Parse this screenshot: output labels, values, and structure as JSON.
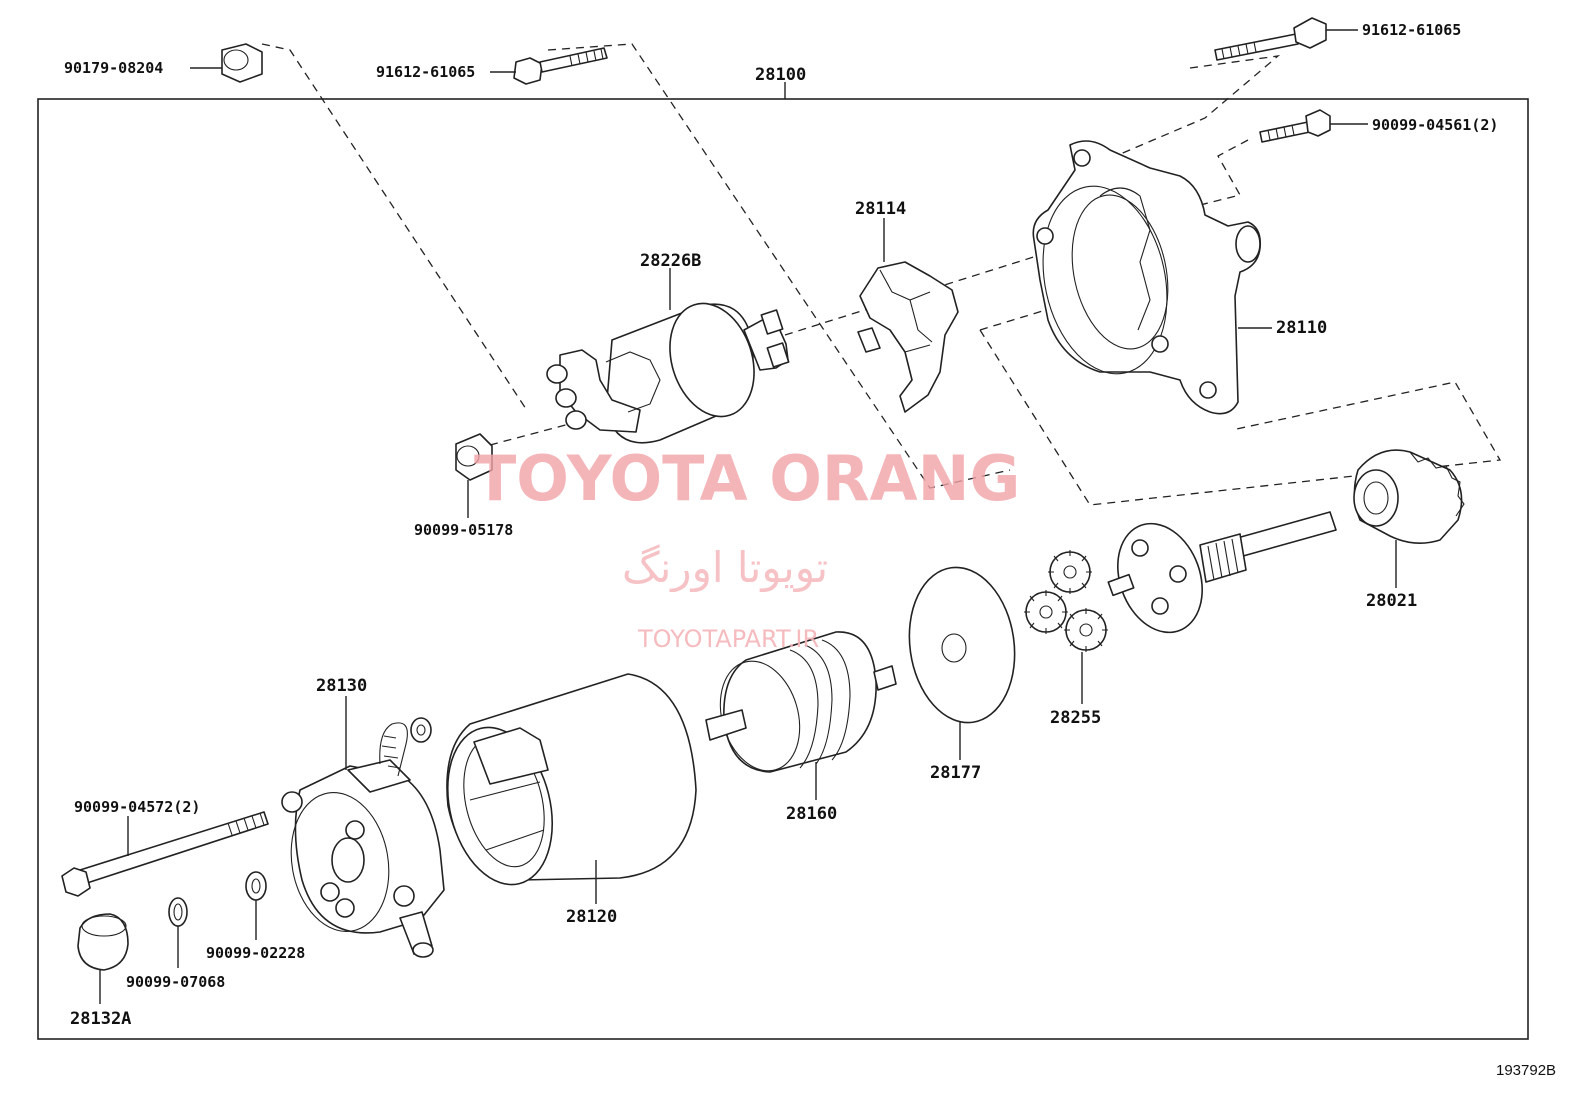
{
  "diagram": {
    "assembly_label": "28100",
    "diagram_code": "193792B",
    "watermark": {
      "brand": "TOYOTA ORANG",
      "persian": "تویوتا اورنگ",
      "url": "TOYOTAPART.IR"
    },
    "parts": {
      "p90179_08204": "90179-08204",
      "p91612_61065_a": "91612-61065",
      "p91612_61065_b": "91612-61065",
      "p90099_04561": "90099-04561(2)",
      "p28114": "28114",
      "p28226B": "28226B",
      "p28110": "28110",
      "p90099_05178": "90099-05178",
      "p28021": "28021",
      "p28255": "28255",
      "p28177": "28177",
      "p28160": "28160",
      "p28130": "28130",
      "p28120": "28120",
      "p90099_04572": "90099-04572(2)",
      "p90099_02228": "90099-02228",
      "p90099_07068": "90099-07068",
      "p28132A": "28132A"
    }
  }
}
